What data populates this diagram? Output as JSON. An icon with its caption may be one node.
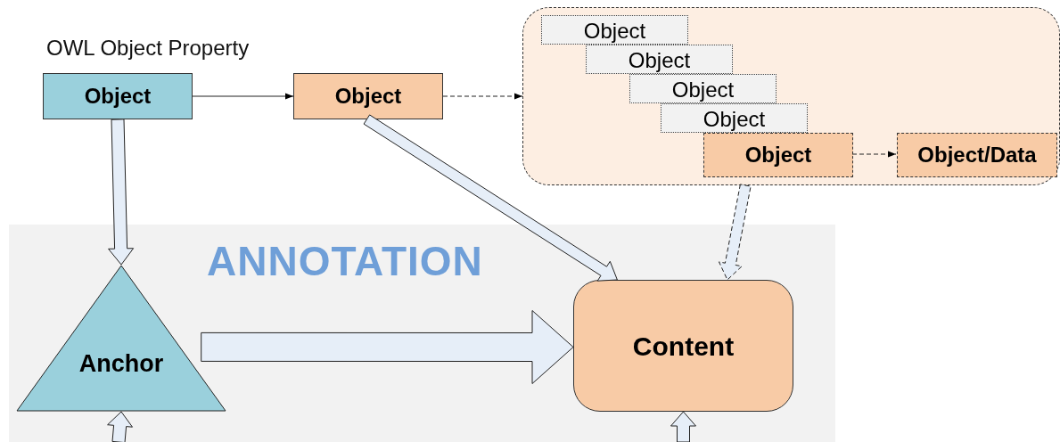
{
  "diagram": {
    "nodes": [
      {
        "text": [
          "Object"
        ]
      },
      {
        "text": [
          "Object"
        ]
      },
      {
        "text": [],
        "shape": "box"
      },
      {
        "text": [
          "Object"
        ],
        "in": 2
      },
      {
        "text": [
          "Object"
        ],
        "in": 2
      },
      {
        "text": [
          "Object"
        ],
        "in": 2
      },
      {
        "text": [
          "Object"
        ],
        "in": 2
      },
      {
        "text": [
          "Object"
        ],
        "in": 2
      },
      {
        "text": [
          "Object/Data"
        ],
        "in": 2
      },
      {
        "text": [
          "ANNOTATION"
        ]
      },
      {
        "text": [
          "Anchor"
        ],
        "in": 9
      },
      {
        "text": [
          "Content"
        ],
        "in": 9
      }
    ],
    "edges": [
      {
        "from": 0,
        "to": 1,
        "arrow": "to"
      },
      {
        "from": 1,
        "to": 2,
        "arrow": "to",
        "style": "dashed"
      },
      {
        "from": 7,
        "to": 8,
        "arrow": "to",
        "style": "dashed"
      },
      {
        "from": 0,
        "to": 10,
        "arrow": "to",
        "style": "thick"
      },
      {
        "from": 1,
        "to": 11,
        "arrow": "to",
        "style": "thick"
      },
      {
        "from": 2,
        "to": 11,
        "arrow": "to",
        "style": "dashed"
      },
      {
        "from": 10,
        "to": 11,
        "arrow": "to",
        "style": "thick"
      },
      {
        "from": null,
        "to": 10,
        "arrow": "to",
        "style": "thick"
      },
      {
        "from": null,
        "to": 11,
        "arrow": "to",
        "style": "thick"
      }
    ],
    "labels": [
      "OWL Object Property"
    ]
  }
}
